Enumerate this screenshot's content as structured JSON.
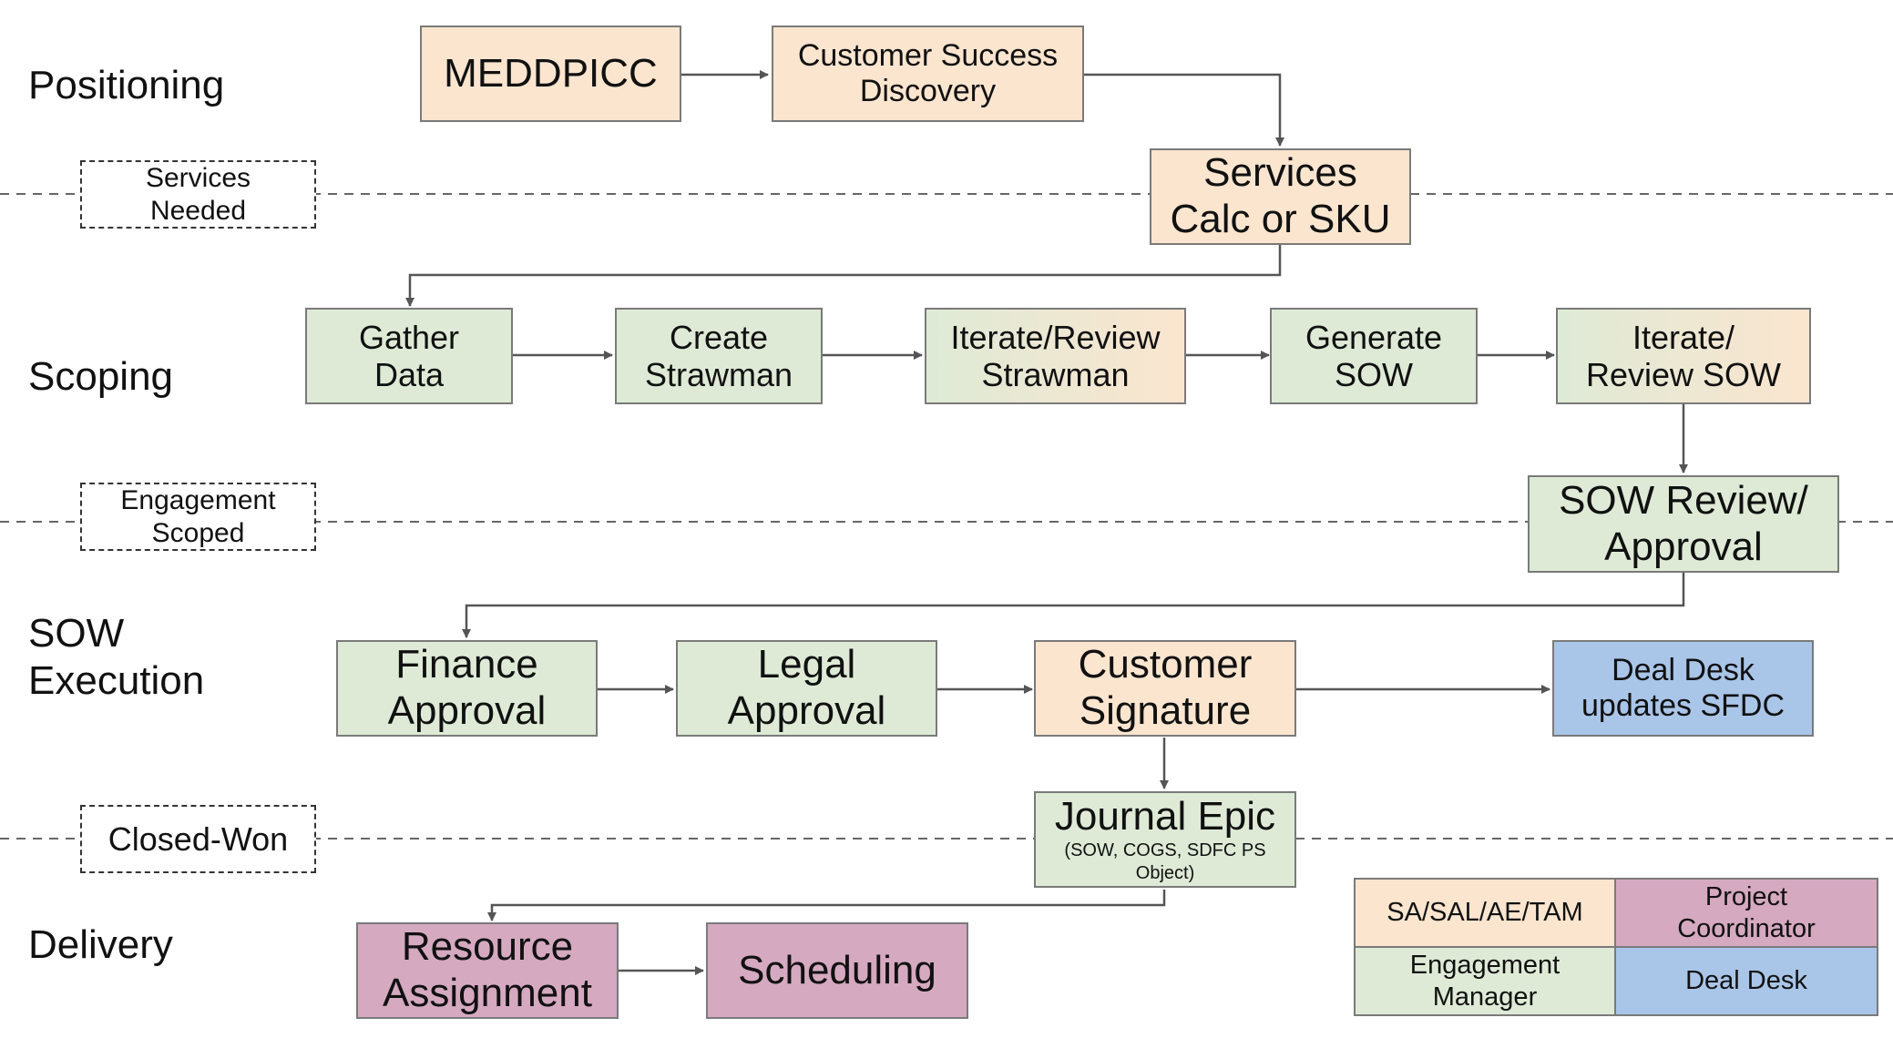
{
  "stages": {
    "positioning": "Positioning",
    "scoping": "Scoping",
    "sow_execution": [
      "SOW",
      "Execution"
    ],
    "delivery": "Delivery"
  },
  "milestones": {
    "services_needed": [
      "Services",
      "Needed"
    ],
    "engagement_scoped": [
      "Engagement",
      "Scoped"
    ],
    "closed_won": "Closed-Won"
  },
  "steps": {
    "meddpicc": "MEDDPICC",
    "customer_success_discovery": [
      "Customer Success",
      "Discovery"
    ],
    "services_calc": [
      "Services",
      "Calc or SKU"
    ],
    "gather_data": [
      "Gather",
      "Data"
    ],
    "create_strawman": [
      "Create",
      "Strawman"
    ],
    "iterate_review_strawman": [
      "Iterate/Review",
      "Strawman"
    ],
    "generate_sow": [
      "Generate",
      "SOW"
    ],
    "iterate_review_sow": [
      "Iterate/",
      "Review SOW"
    ],
    "sow_review_approval": [
      "SOW Review/",
      "Approval"
    ],
    "finance_approval": [
      "Finance",
      "Approval"
    ],
    "legal_approval": [
      "Legal",
      "Approval"
    ],
    "customer_signature": [
      "Customer",
      "Signature"
    ],
    "deal_desk_updates": [
      "Deal Desk",
      "updates SFDC"
    ],
    "journal_epic": "Journal Epic",
    "journal_epic_note": [
      "(SOW, COGS, SDFC PS",
      "Object)"
    ],
    "resource_assignment": [
      "Resource",
      "Assignment"
    ],
    "scheduling": "Scheduling"
  },
  "legend": {
    "sa_sal_ae_tam": "SA/SAL/AE/TAM",
    "project_coordinator": [
      "Project",
      "Coordinator"
    ],
    "engagement_manager": [
      "Engagement",
      "Manager"
    ],
    "deal_desk": "Deal Desk"
  },
  "colors": {
    "sa_sal_ae_tam": "#fbe5cf",
    "engagement_manager": "#deead6",
    "deal_desk": "#a9c5e8",
    "project_coordinator": "#d5a9c0",
    "connector": "#555555",
    "box_border": "#7a7a7a"
  }
}
